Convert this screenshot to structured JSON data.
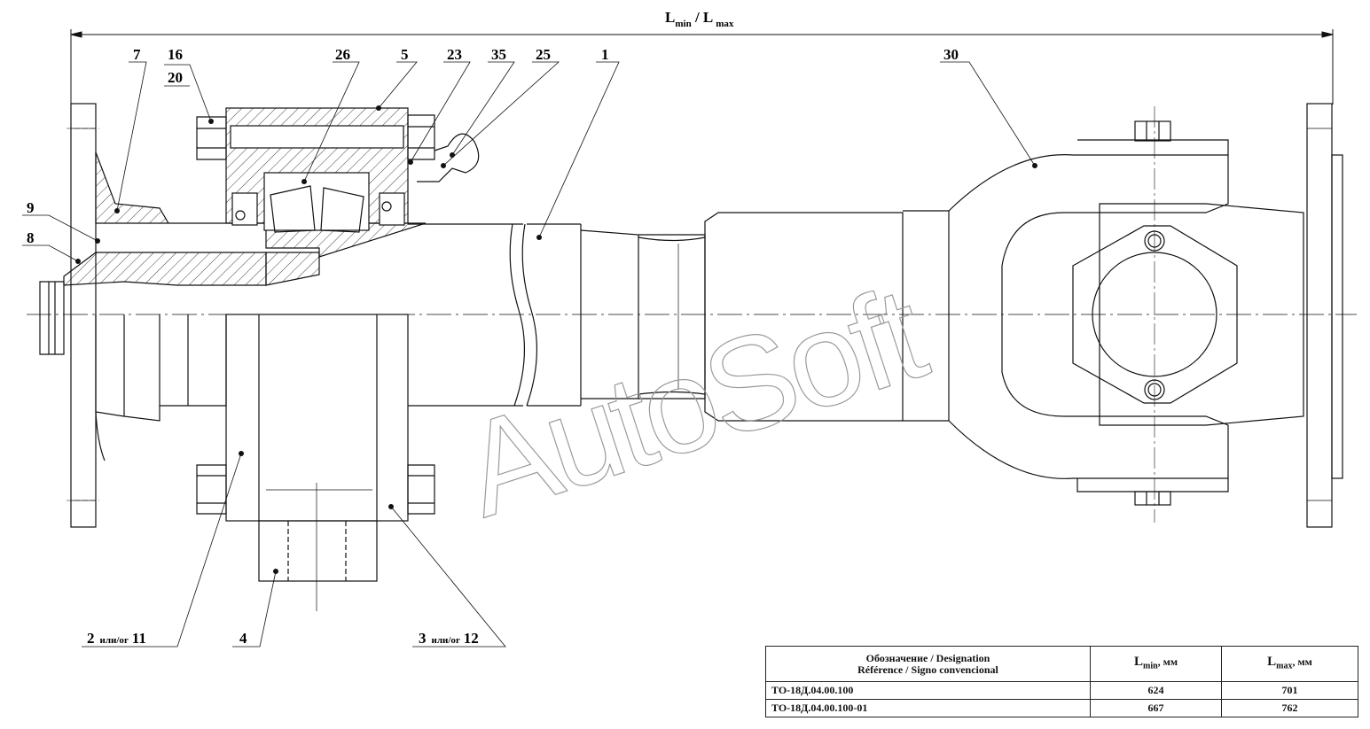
{
  "dimension": {
    "l1": "L",
    "s1": "min",
    "sep": " / ",
    "l2": "L",
    "s2": "max"
  },
  "callouts": [
    "7",
    "16",
    "20",
    "26",
    "5",
    "23",
    "35",
    "25",
    "1",
    "30",
    "9",
    "8"
  ],
  "bottom": {
    "a1": "2",
    "a2": "или/or",
    "a3": "11",
    "b": "4",
    "c1": "3",
    "c2": "или/or",
    "c3": "12"
  },
  "watermark": "AutoSoft",
  "table": {
    "h1": "Обозначение / Designation",
    "h2": "Référence / Signo convencional",
    "lmin_l": "L",
    "lmin_s": "min",
    "lmin_u": ", мм",
    "lmax_l": "L",
    "lmax_s": "max",
    "lmax_u": ", мм",
    "rows": [
      {
        "designation": "ТО-18Д.04.00.100",
        "lmin": "624",
        "lmax": "701"
      },
      {
        "designation": "ТО-18Д.04.00.100-01",
        "lmin": "667",
        "lmax": "762"
      }
    ]
  },
  "colors": {
    "line": "#111111",
    "watermark": "#9a9a9a"
  }
}
